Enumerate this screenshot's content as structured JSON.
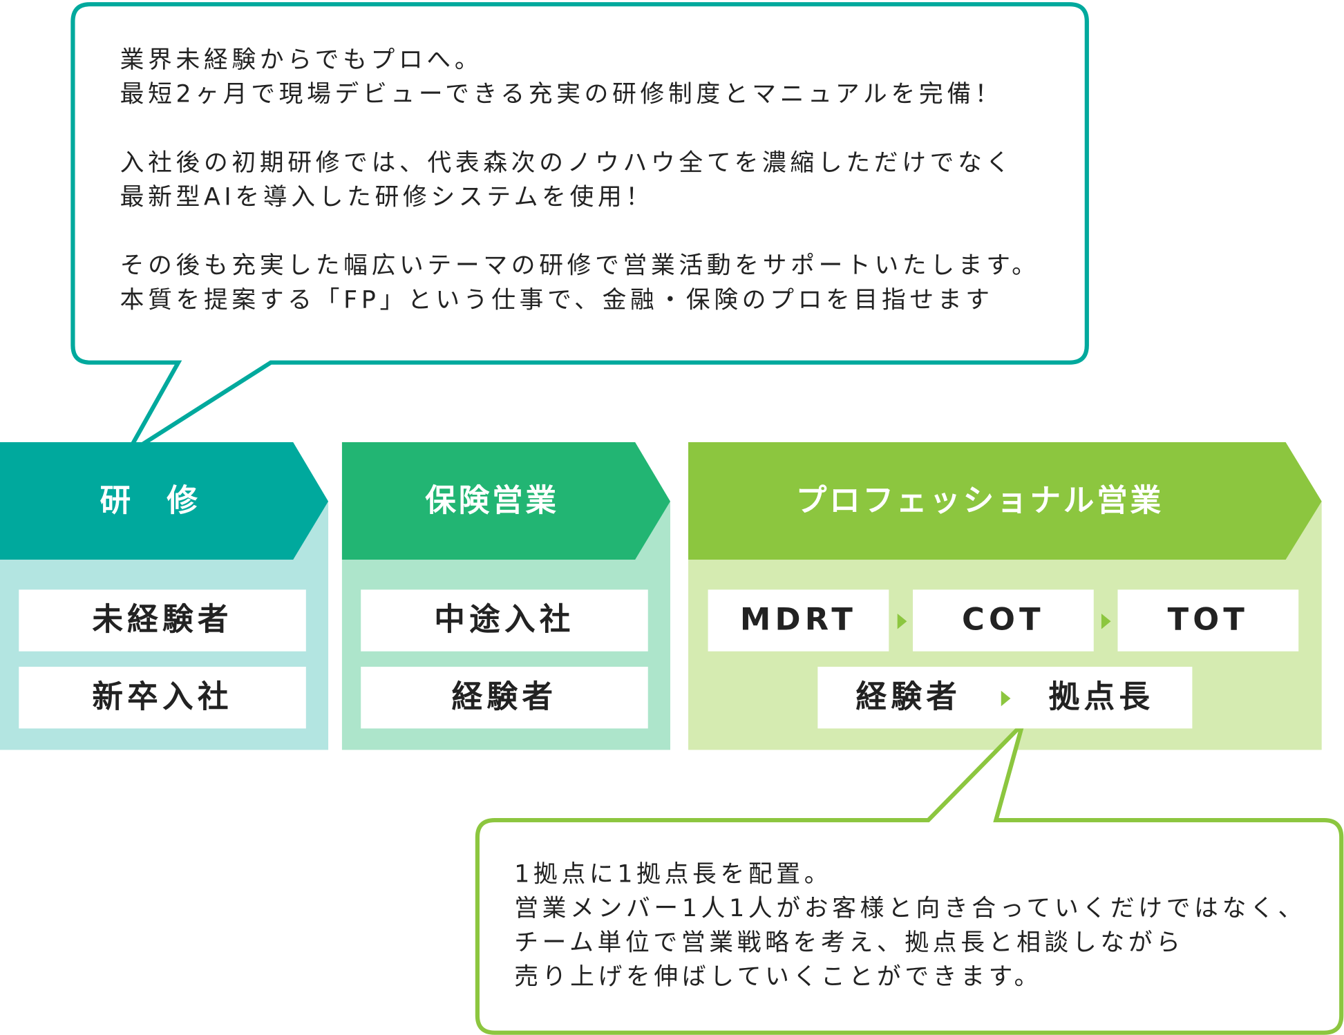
{
  "colors": {
    "teal": "#00a99d",
    "teal_light": "#b3e5e1",
    "green": "#22b573",
    "green_light": "#ade5cb",
    "lime": "#8cc63f",
    "lime_light": "#d5ebb1"
  },
  "top_bubble": {
    "lines": [
      "業界未経験からでもプロへ。",
      "最短2ヶ月で現場デビューできる充実の研修制度とマニュアルを完備！",
      "",
      "入社後の初期研修では、代表森次のノウハウ全てを濃縮しただけでなく",
      "最新型AIを導入した研修システムを使用！",
      "",
      "その後も充実した幅広いテーマの研修で営業活動をサポートいたします。",
      "本質を提案する「FP」という仕事で、金融・保険のプロを目指せます"
    ]
  },
  "stages": [
    {
      "title": "研　修",
      "items": [
        "未経験者",
        "新卒入社"
      ]
    },
    {
      "title": "保険営業",
      "items": [
        "中途入社",
        "経験者"
      ]
    },
    {
      "title": "プロフェッショナル営業",
      "ranks": [
        "MDRT",
        "COT",
        "TOT"
      ],
      "path": [
        "経験者",
        "拠点長"
      ]
    }
  ],
  "bottom_bubble": {
    "lines": [
      "1拠点に1拠点長を配置。",
      "営業メンバー1人1人がお客様と向き合っていくだけではなく、",
      "チーム単位で営業戦略を考え、拠点長と相談しながら",
      "売り上げを伸ばしていくことができます。"
    ]
  }
}
